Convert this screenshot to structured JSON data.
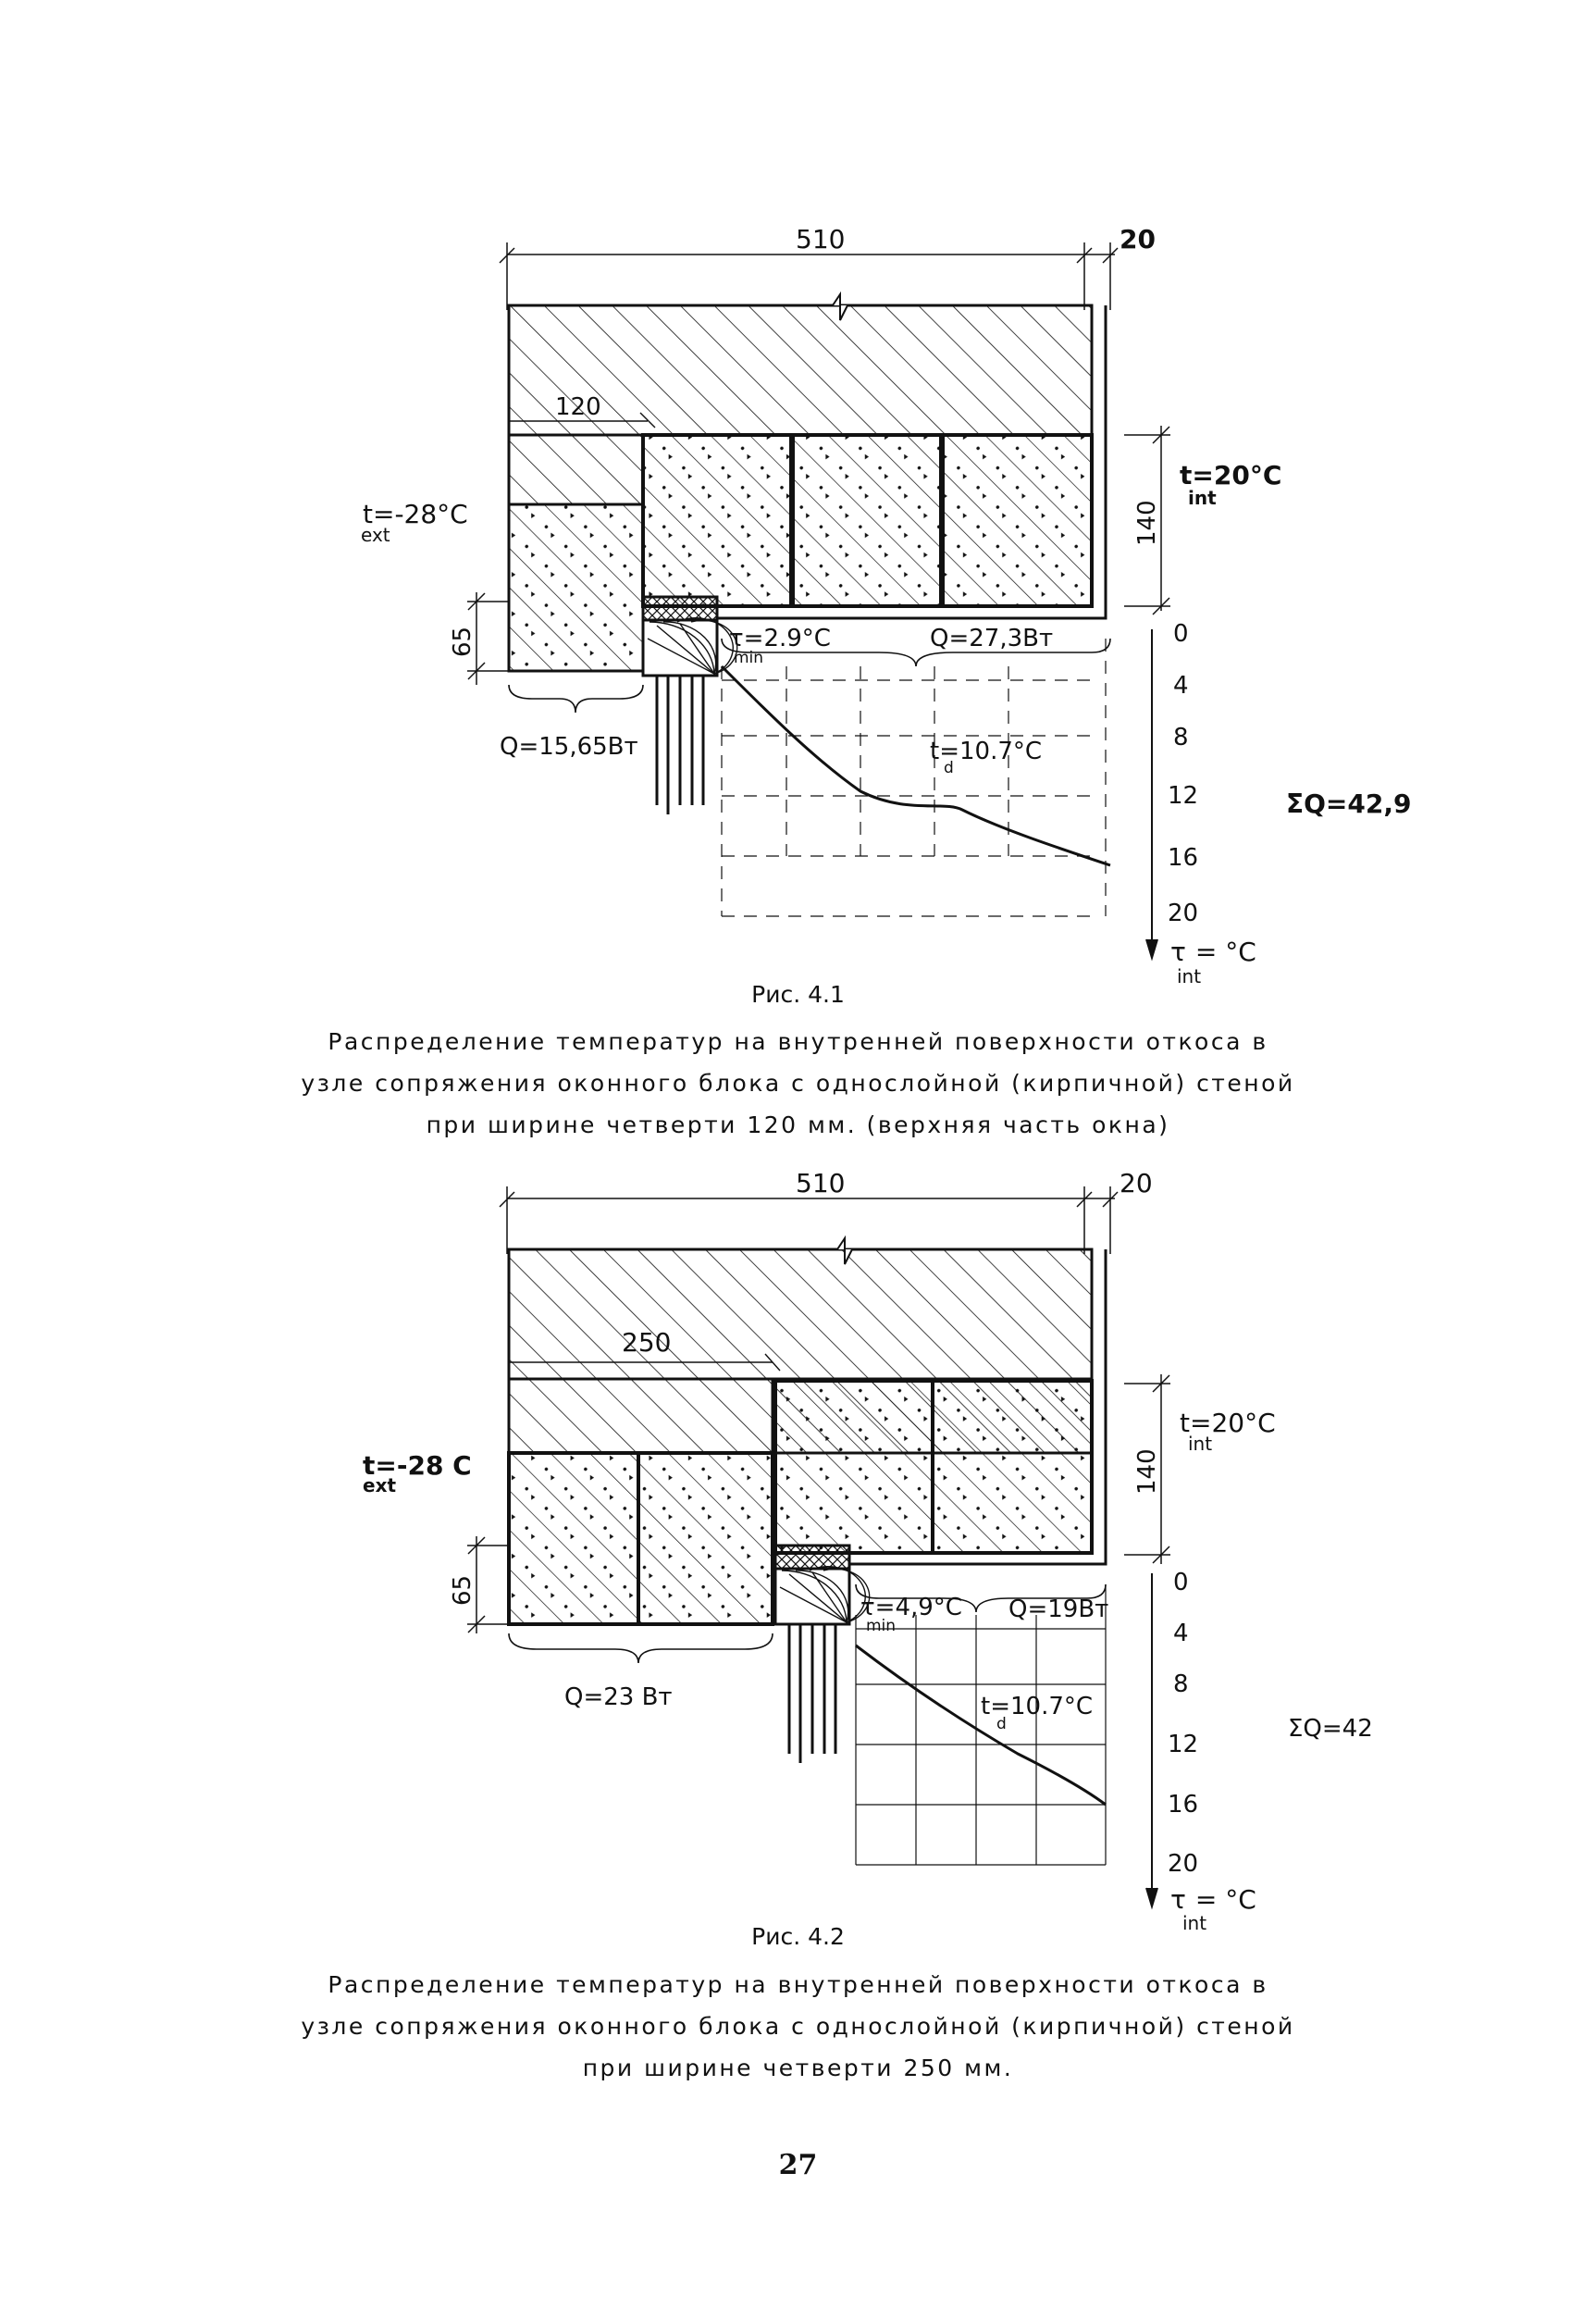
{
  "figures": [
    {
      "number": "Рис. 4.1",
      "caption_lines": [
        "Распределение температур на внутренней поверхности откоса в",
        "узле сопряжения оконного блока с однослойной (кирпичной) стеной",
        "при ширине четверти 120 мм. (верхняя часть окна)"
      ],
      "dims": {
        "width": "510",
        "width_small": "20",
        "quarter": "120",
        "height_140": "140",
        "height_65": "65"
      },
      "labels": {
        "t_ext": "t",
        "t_ext_sub": "ext",
        "t_ext_value": "=-28°C",
        "t_int": "t",
        "t_int_sub": "int",
        "t_int_value": "=20°C",
        "tau_min": "τ",
        "tau_min_sub": "min",
        "tau_min_value": "=2.9°C",
        "q_right": "Q=27,3Вт",
        "q_left": "Q=15,65Вт",
        "t_d": "t",
        "t_d_sub": "d",
        "t_d_value": "=10.7°C",
        "sum_q": "ΣQ=42,9",
        "tau_int": "τ",
        "tau_int_sub": "int",
        "tau_int_value": "= °C"
      },
      "scale_ticks": [
        "0",
        "4",
        "8",
        "12",
        "16",
        "20"
      ]
    },
    {
      "number": "Рис. 4.2",
      "caption_lines": [
        "Распределение температур на внутренней поверхности откоса в",
        "узле сопряжения оконного блока с однослойной (кирпичной) стеной",
        "при ширине четверти 250 мм."
      ],
      "dims": {
        "width": "510",
        "width_small": "20",
        "quarter": "250",
        "height_140": "140",
        "height_65": "65"
      },
      "labels": {
        "t_ext": "t",
        "t_ext_sub": "ext",
        "t_ext_value": "=-28 C",
        "t_int": "t",
        "t_int_sub": "int",
        "t_int_value": "=20°C",
        "tau_min": "τ",
        "tau_min_sub": "min",
        "tau_min_value": "=4,9°C",
        "q_right": "Q=19Вт",
        "q_left": "Q=23 Вт",
        "t_d": "t",
        "t_d_sub": "d",
        "t_d_value": "=10.7°C",
        "sum_q": "ΣQ=42",
        "tau_int": "τ",
        "tau_int_sub": "int",
        "tau_int_value": "= °C"
      },
      "scale_ticks": [
        "0",
        "4",
        "8",
        "12",
        "16",
        "20"
      ]
    }
  ],
  "page_number": "27",
  "colors": {
    "ink": "#111111",
    "paper": "#ffffff"
  }
}
